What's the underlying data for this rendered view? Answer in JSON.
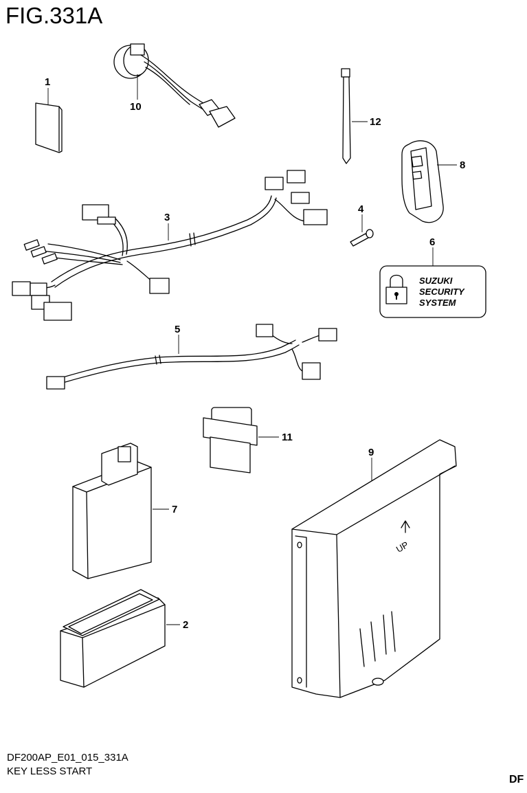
{
  "figure": {
    "title": "FIG.331A",
    "code": "DF200AP_E01_015_331A",
    "subtitle": "KEY LESS START",
    "corner_text": "DF"
  },
  "callouts": [
    "1",
    "2",
    "3",
    "4",
    "5",
    "6",
    "7",
    "8",
    "9",
    "10",
    "11",
    "12"
  ],
  "sticker": {
    "line1": "SUZUKI",
    "line2": "SECURITY",
    "line3": "SYSTEM",
    "icon": "padlock-icon"
  },
  "ecu": {
    "arrow_icon": "up-arrow-icon",
    "label": "UP"
  }
}
